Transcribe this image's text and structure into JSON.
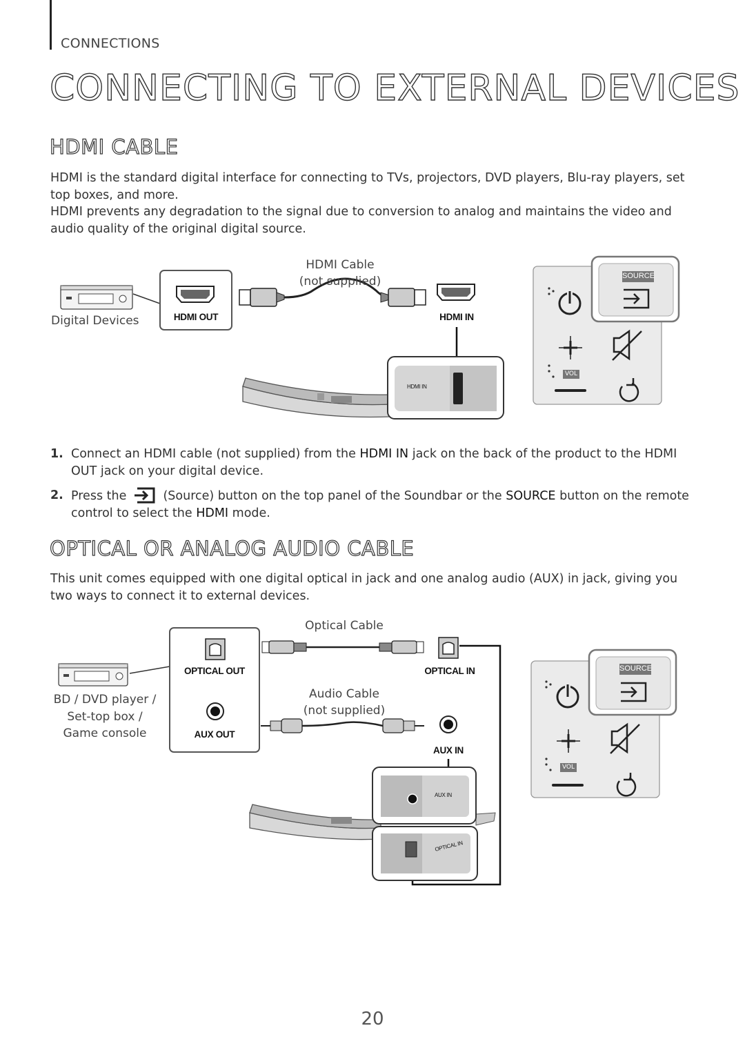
{
  "header": {
    "section": "CONNECTIONS",
    "title": "CONNECTING TO EXTERNAL DEVICES"
  },
  "hdmi": {
    "heading": "HDMI CABLE",
    "para1": "HDMI is the standard digital interface for connecting to TVs, projectors, DVD players, Blu-ray players, set top boxes, and more.",
    "para2": "HDMI prevents any degradation to the signal due to conversion to analog and maintains the video and audio quality of the original digital source.",
    "diagram": {
      "cable_label_1": "HDMI Cable",
      "cable_label_2": "(not supplied)",
      "device_label": "Digital Devices",
      "hdmi_out": "HDMI OUT",
      "hdmi_in": "HDMI IN",
      "panel_hdmi_in": "HDMI IN",
      "remote_source": "SOURCE",
      "remote_vol": "VOL"
    },
    "steps": [
      {
        "num": "1.",
        "a": "Connect an HDMI cable (not supplied) from the ",
        "b": "HDMI IN",
        "c": " jack on the back of the product to the HDMI OUT jack on your digital device."
      },
      {
        "num": "2.",
        "a": "Press the ",
        "b": " (Source) button on the top panel of the Soundbar or the ",
        "c": "SOURCE",
        "d": " button on the remote control to select the ",
        "e": "HDMI",
        "f": " mode."
      }
    ]
  },
  "optical": {
    "heading": "OPTICAL OR ANALOG AUDIO CABLE",
    "para": "This unit comes equipped with one digital optical in jack and one analog audio (AUX) in jack, giving you two ways to connect it to external devices.",
    "diagram": {
      "optical_cable": "Optical Cable",
      "audio_cable_1": "Audio Cable",
      "audio_cable_2": "(not supplied)",
      "device_lines": [
        "BD / DVD player /",
        "Set-top box /",
        "Game console"
      ],
      "optical_out": "OPTICAL OUT",
      "aux_out": "AUX OUT",
      "optical_in": "OPTICAL IN",
      "aux_in": "AUX IN",
      "panel_aux_in": "AUX IN",
      "panel_optical_in": "OPTICAL IN",
      "remote_source": "SOURCE",
      "remote_vol": "VOL"
    }
  },
  "footer": {
    "page_number": "20"
  }
}
